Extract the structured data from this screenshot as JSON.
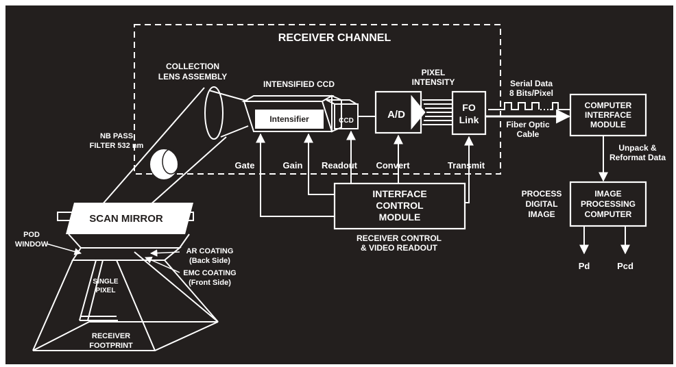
{
  "colors": {
    "background": "#231f1e",
    "ink": "#ffffff",
    "border": "#e9e9e9"
  },
  "receiver_channel": {
    "title": "RECEIVER CHANNEL"
  },
  "collection_lens": {
    "line1": "COLLECTION",
    "line2": "LENS ASSEMBLY"
  },
  "intensified_ccd": {
    "title": "INTENSIFIED CCD",
    "intensifier": "Intensifier",
    "ccd": "CCD"
  },
  "pixel_intensity": {
    "line1": "PIXEL",
    "line2": "INTENSITY"
  },
  "ad": {
    "label": "A/D"
  },
  "fo_link": {
    "line1": "FO",
    "line2": "Link"
  },
  "serial_data": {
    "line1": "Serial Data",
    "line2": "8 Bits/Pixel"
  },
  "fiber_cable": {
    "line1": "Fiber Optic",
    "line2": "Cable"
  },
  "computer_interface": {
    "line1": "COMPUTER",
    "line2": "INTERFACE",
    "line3": "MODULE"
  },
  "nb_filter": {
    "line1": "NB PASS",
    "line2": "FILTER 532 nm"
  },
  "signals": {
    "gate": "Gate",
    "gain": "Gain",
    "readout": "Readout",
    "convert": "Convert",
    "transmit": "Transmit"
  },
  "interface_control": {
    "line1": "INTERFACE",
    "line2": "CONTROL",
    "line3": "MODULE"
  },
  "receiver_control": {
    "line1": "RECEIVER CONTROL",
    "line2": "& VIDEO READOUT"
  },
  "unpack": {
    "line1": "Unpack &",
    "line2": "Reformat Data"
  },
  "process_digital": {
    "line1": "PROCESS",
    "line2": "DIGITAL",
    "line3": "IMAGE"
  },
  "image_processing": {
    "line1": "IMAGE",
    "line2": "PROCESSING",
    "line3": "COMPUTER"
  },
  "outputs": {
    "pd": "Pd",
    "pcd": "Pcd"
  },
  "scan_mirror": {
    "label": "SCAN MIRROR"
  },
  "pod_window": {
    "line1": "POD",
    "line2": "WINDOW"
  },
  "ar_coating": {
    "line1": "AR COATING",
    "line2": "(Back Side)"
  },
  "emc_coating": {
    "line1": "EMC COATING",
    "line2": "(Front Side)"
  },
  "single_pixel": {
    "line1": "SINGLE",
    "line2": "PIXEL"
  },
  "receiver_footprint": {
    "line1": "RECEIVER",
    "line2": "FOOTPRINT"
  }
}
